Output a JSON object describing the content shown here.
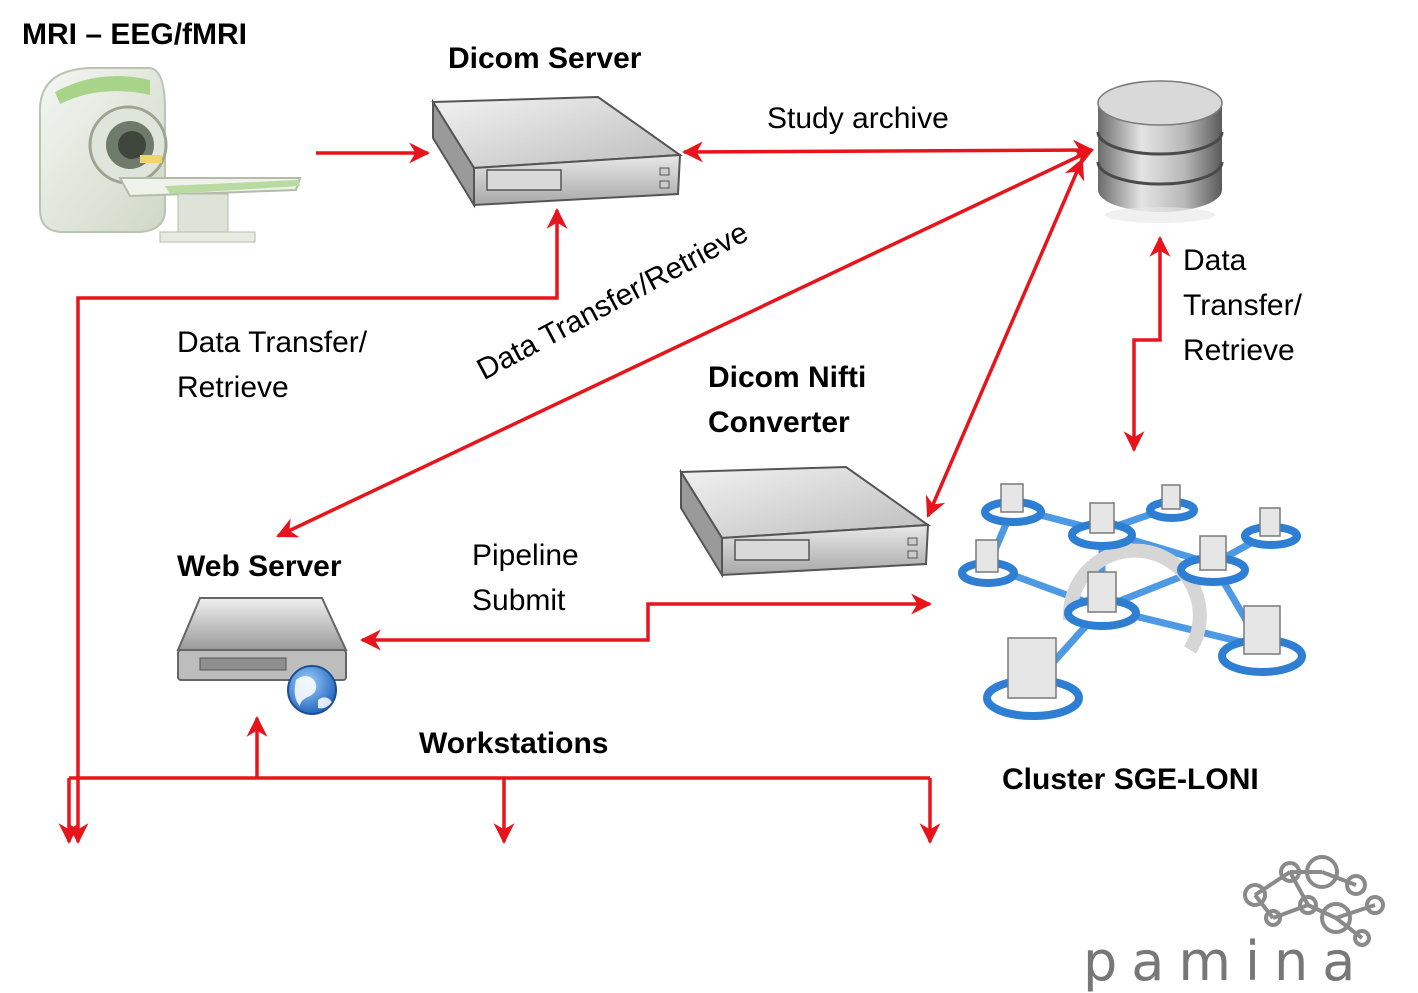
{
  "nodes": {
    "mri": "MRI – EEG/fMRI",
    "dicom_server": "Dicom Server",
    "converter_line1": "Dicom Nifti",
    "converter_line2": "Converter",
    "web_server": "Web Server",
    "workstations": "Workstations",
    "cluster": "Cluster SGE-LONI"
  },
  "edges": {
    "study_archive": "Study archive",
    "transfer_left_1": "Data Transfer/",
    "transfer_left_2": "Retrieve",
    "transfer_diag": "Data Transfer/Retrieve",
    "transfer_right_1": "Data",
    "transfer_right_2": "Transfer/",
    "transfer_right_3": "Retrieve",
    "pipeline_1": "Pipeline",
    "pipeline_2": "Submit"
  },
  "logo": {
    "text": "pamina"
  },
  "colors": {
    "arrow": "#e8141b",
    "server_body": "#d8d8d8",
    "cluster_ring": "#2e7fd4"
  },
  "icons": [
    "mri-scanner-icon",
    "dicom-server-icon",
    "database-icon",
    "converter-server-icon",
    "web-server-icon",
    "globe-icon",
    "cluster-network-icon",
    "pamina-logo"
  ]
}
